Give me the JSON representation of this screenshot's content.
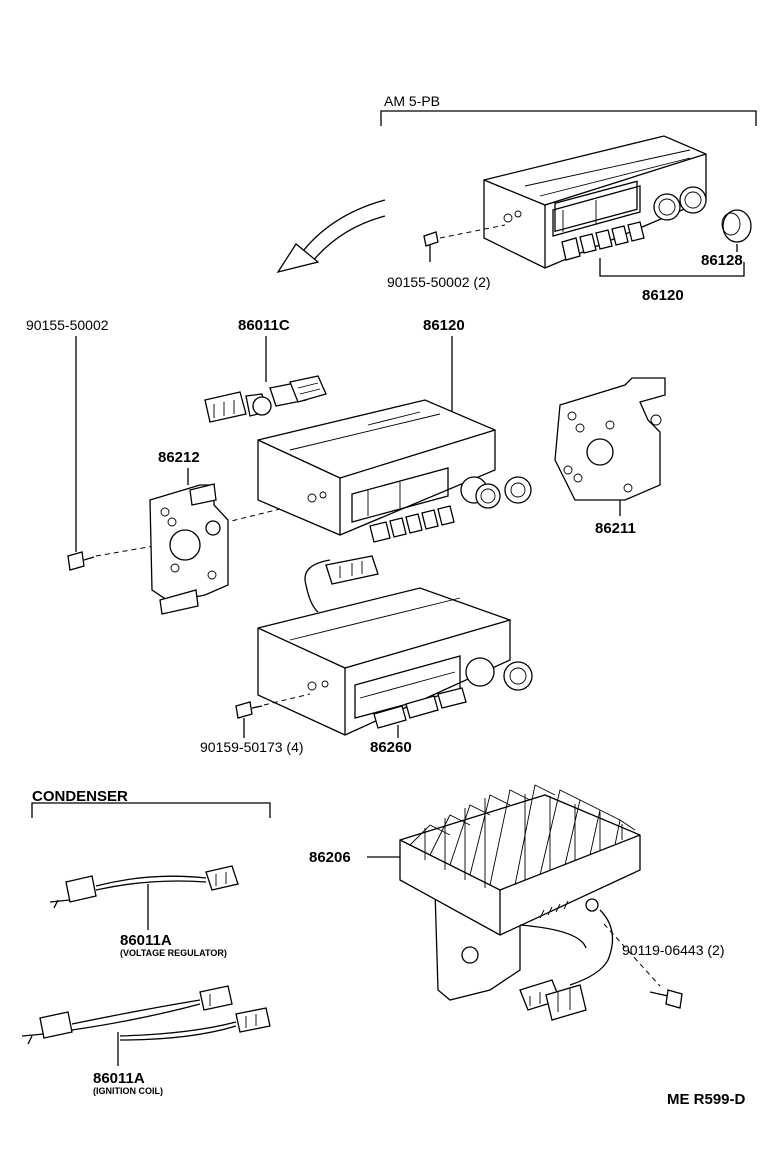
{
  "groups": {
    "am": "AM 5-PB",
    "condenser": "CONDENSER"
  },
  "labels": {
    "top_screw": "90155-50002 (2)",
    "top_knob": "86128",
    "top_radio": "86120",
    "left_screw": "90155-50002",
    "connector": "86011C",
    "radio": "86120",
    "bracket_left": "86212",
    "bracket_right": "86211",
    "tape_screw": "90159-50173 (4)",
    "tape_player": "86260",
    "amplifier": "86206",
    "amp_screw": "90119-06443 (2)",
    "condenser_1": "86011A",
    "condenser_1_note": "(VOLTAGE REGULATOR)",
    "condenser_2": "86011A",
    "condenser_2_note": "(IGNITION COIL)",
    "ref_code": "ME R599-D"
  }
}
